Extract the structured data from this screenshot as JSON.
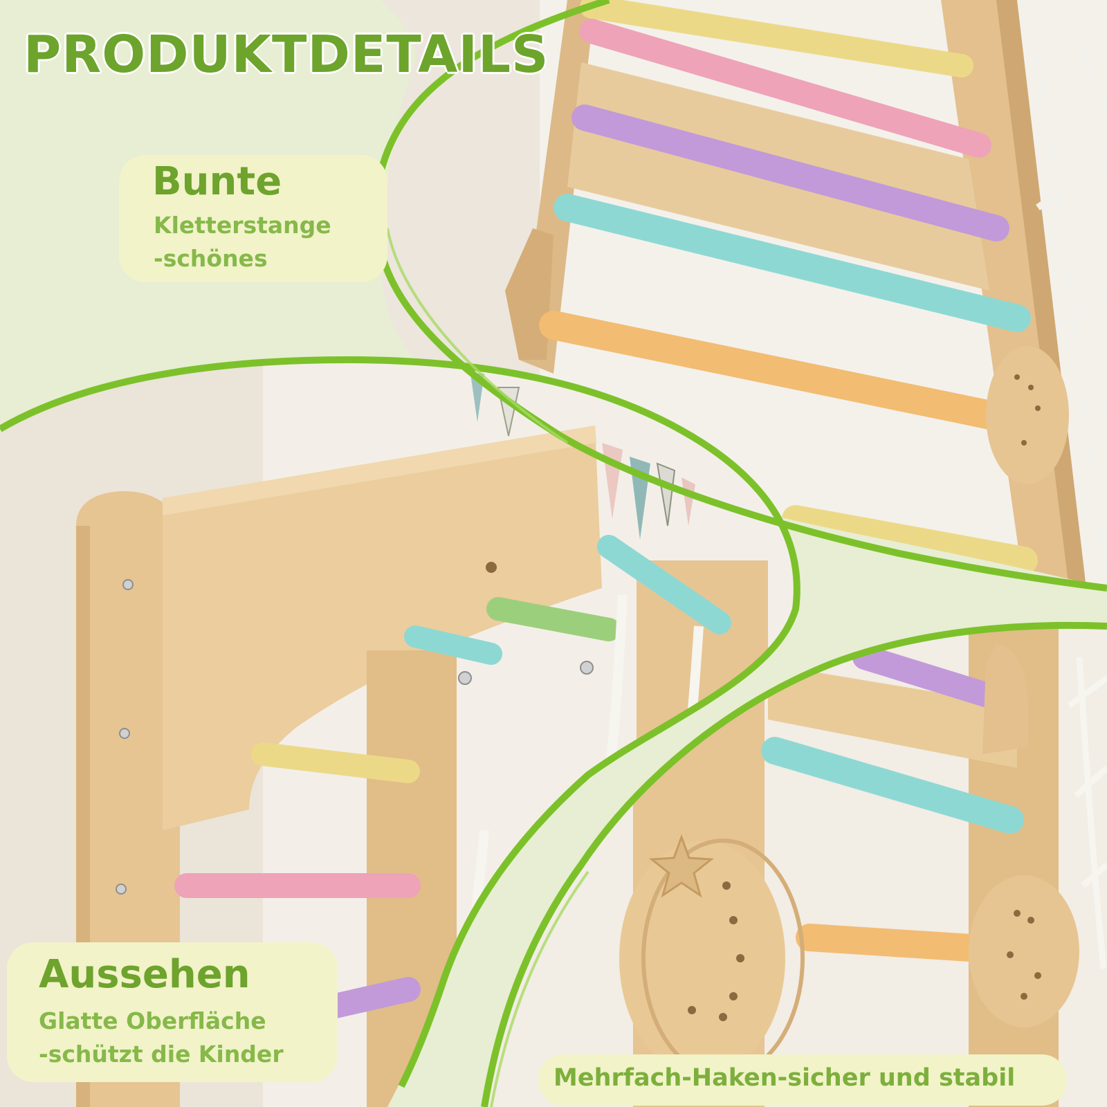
{
  "headline": "PRODUKTDETAILS",
  "callouts": [
    {
      "title": "Bunte",
      "lines": [
        "Kletterstange",
        "-schönes"
      ]
    },
    {
      "title": "Aussehen",
      "lines": [
        "Glatte Oberfläche",
        "-schützt die Kinder"
      ]
    }
  ],
  "footer_caption": "Mehrfach-Haken-sicher und stabil",
  "colors": {
    "accent_green": "#6da42c",
    "bubble": "#f2f3c9",
    "wood": "#e4c28f",
    "bar_pink": "#eea3b8",
    "bar_purple": "#c29ad9",
    "bar_blue": "#8ed8d4",
    "bar_orange": "#f2bc72",
    "bar_yellow": "#ecd988",
    "bar_green": "#9ccf7c"
  }
}
